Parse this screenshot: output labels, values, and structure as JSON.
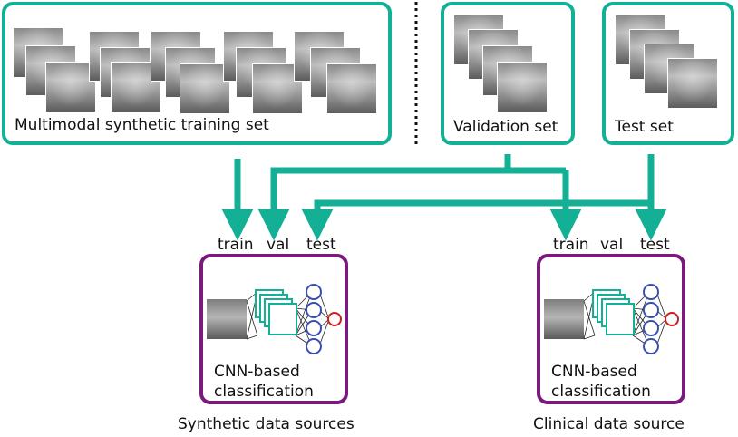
{
  "training_box": {
    "label": "Multimodal synthetic training set"
  },
  "validation_box": {
    "label": "Validation set"
  },
  "test_box": {
    "label": "Test set"
  },
  "left_model": {
    "inputs": [
      "train",
      "val",
      "test"
    ],
    "caption_line1": "CNN-based",
    "caption_line2": "classification",
    "source_label": "Synthetic data sources"
  },
  "right_model": {
    "inputs": [
      "train",
      "val",
      "test"
    ],
    "caption_line1": "CNN-based",
    "caption_line2": "classification",
    "source_label": "Clinical data source"
  },
  "colors": {
    "arrow": "#13b095",
    "box_border": "#13b095",
    "model_border": "#7b1a7d",
    "node": "#3a4fb5",
    "output_node": "#d01c1c"
  }
}
